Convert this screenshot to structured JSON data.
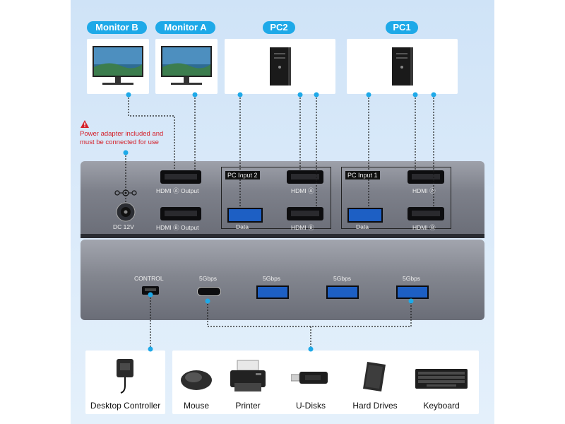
{
  "top_labels": {
    "monitor_b": "Monitor B",
    "monitor_a": "Monitor A",
    "pc2": "PC2",
    "pc1": "PC1"
  },
  "warning": {
    "text": "Power adapter included and must be connected for use"
  },
  "upper_unit": {
    "dc_label": "DC 12V",
    "hdmi_a_output": "HDMI Ⓐ Output",
    "hdmi_b_output": "HDMI Ⓑ Output",
    "pc_input_2": {
      "title": "PC Input 2",
      "hdmi_a": "HDMI Ⓐ",
      "hdmi_b": "HDMI Ⓑ",
      "data": "Data"
    },
    "pc_input_1": {
      "title": "PC Input 1",
      "hdmi_a": "HDMI Ⓐ",
      "hdmi_b": "HDMI Ⓑ",
      "data": "Data"
    }
  },
  "lower_unit": {
    "control": "CONTROL",
    "ports": [
      "5Gbps",
      "5Gbps",
      "5Gbps",
      "5Gbps"
    ]
  },
  "peripherals": {
    "controller": "Desktop Controller",
    "items": [
      "Mouse",
      "Printer",
      "U-Disks",
      "Hard Drives",
      "Keyboard"
    ]
  },
  "colors": {
    "accent": "#1ea9e8",
    "warning": "#d4202a",
    "device_body": "#7d808a"
  }
}
